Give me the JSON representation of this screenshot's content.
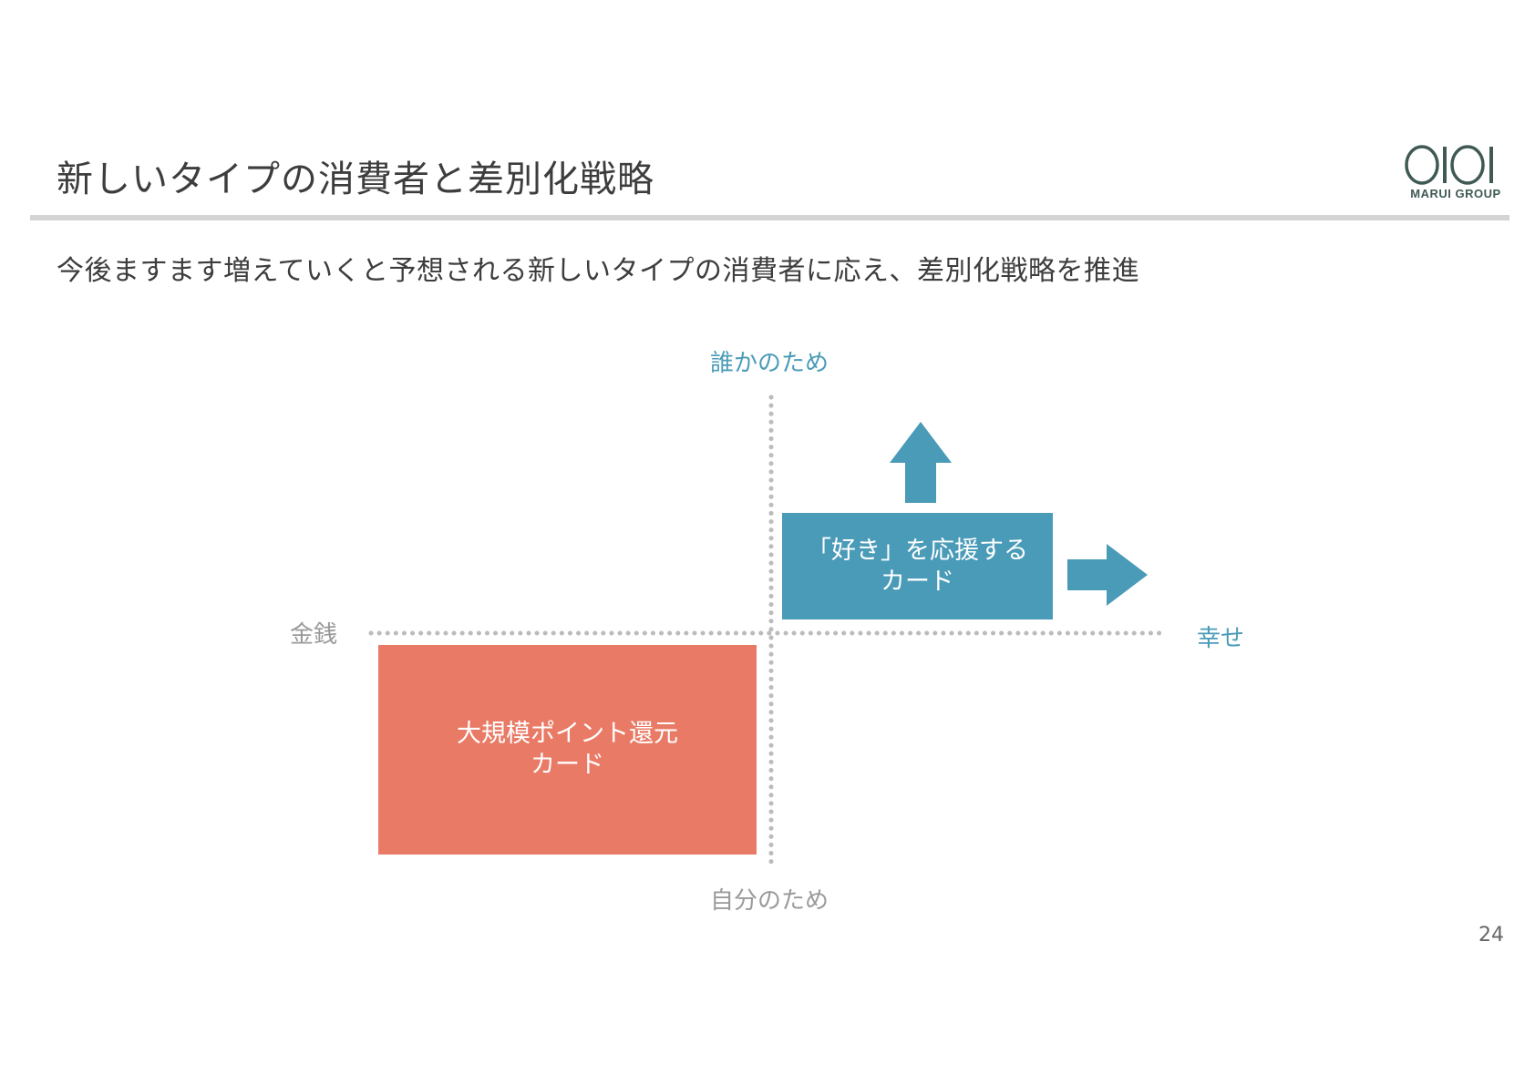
{
  "slide": {
    "title": "新しいタイプの消費者と差別化戦略",
    "subtitle": "今後ますます増えていくと予想される新しいタイプの消費者に応え、差別化戦略を推進",
    "page_number": "24"
  },
  "logo": {
    "mark": "OIOI",
    "text": "MARUI GROUP",
    "color": "#3f5a55"
  },
  "axes": {
    "top": "誰かのため",
    "bottom": "自分のため",
    "left": "金銭",
    "right": "幸せ"
  },
  "boxes": {
    "teal": {
      "label": "「好き」を応援する\nカード",
      "color": "#4a9bb8"
    },
    "coral": {
      "label": "大規模ポイント還元\nカード",
      "color": "#e97b66"
    }
  },
  "icons": {
    "arrow_up": "arrow-up-icon",
    "arrow_right": "arrow-right-icon"
  },
  "colors": {
    "accent_blue": "#4a9bb8",
    "accent_coral": "#e97b66",
    "axis_gray": "#9a9a9a"
  }
}
